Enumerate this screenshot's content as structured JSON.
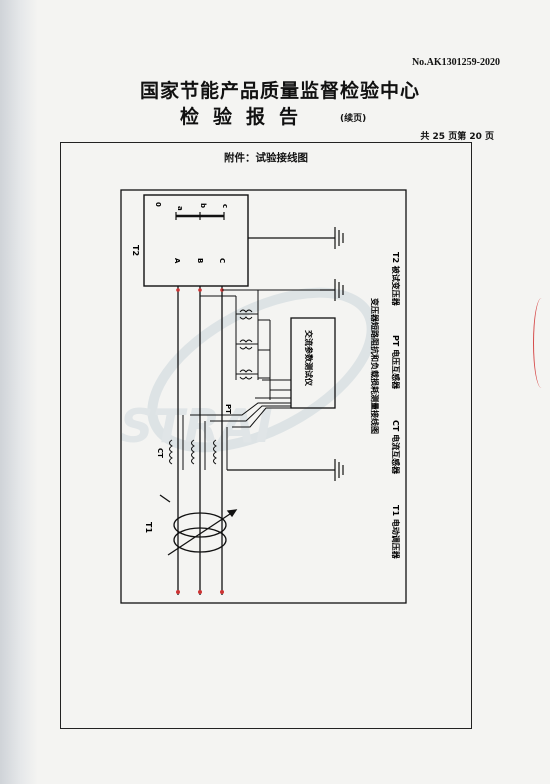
{
  "report_no": "No.AK1301259-2020",
  "org_title": "国家节能产品质量监督检验中心",
  "report_title": "检验报告",
  "report_sub": "(续页)",
  "page_count": "共 25 页第 20 页",
  "attachment_title": "附件：试验接线图",
  "diagram": {
    "t2_label": "T2",
    "t1_label": "T1",
    "ct_label": "CT",
    "pt_label": "PT",
    "secondary_terminals": [
      "0",
      "a",
      "b",
      "c"
    ],
    "primary_terminals": [
      "A",
      "B",
      "C"
    ],
    "instrument_label": "交流参数测试仪",
    "caption": "变压器短路阻抗和负载损耗测量接线图",
    "legend_row1": "T2 被试变压器",
    "legend_row2": "PT 电压互感器",
    "legend_row3": "CT 电流互感器",
    "legend_row4": "T1 电动调压器"
  },
  "watermark": "STRAI"
}
